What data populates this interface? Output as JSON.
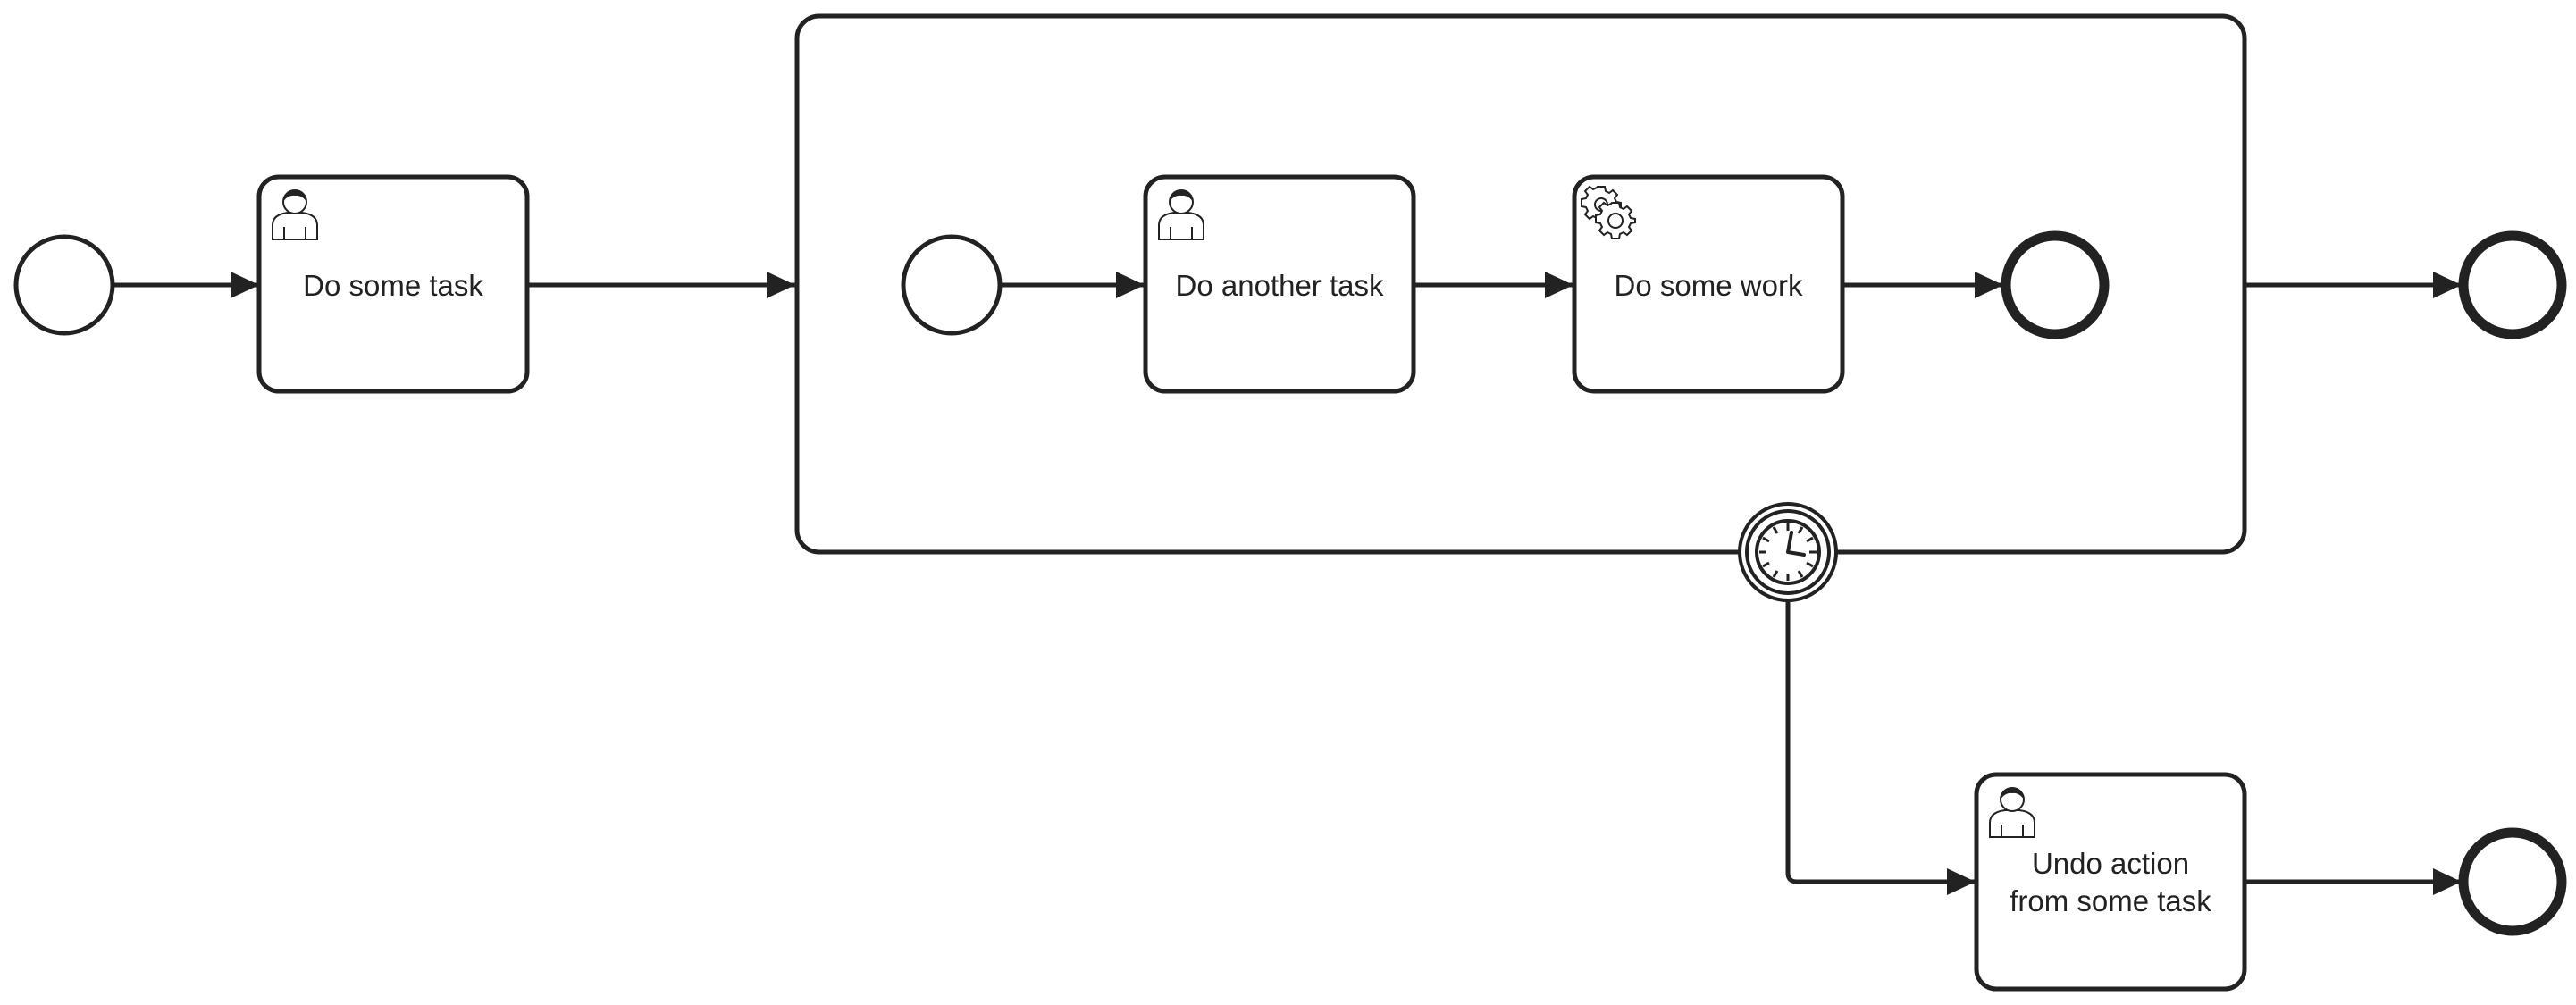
{
  "diagram": {
    "start_event": {},
    "task_do_some_task": {
      "label": "Do some task",
      "type": "user-task"
    },
    "subprocess": {
      "start_event": {},
      "task_do_another_task": {
        "label": "Do another task",
        "type": "user-task"
      },
      "task_do_some_work": {
        "label": "Do some work",
        "type": "service-task"
      },
      "end_event": {}
    },
    "boundary_timer_event": {
      "type": "timer"
    },
    "task_undo_action": {
      "label_line1": "Undo action",
      "label_line2": "from some task",
      "type": "user-task"
    },
    "end_event_main": {},
    "end_event_undo": {},
    "colors": {
      "stroke": "#222222",
      "fill": "#ffffff"
    }
  }
}
